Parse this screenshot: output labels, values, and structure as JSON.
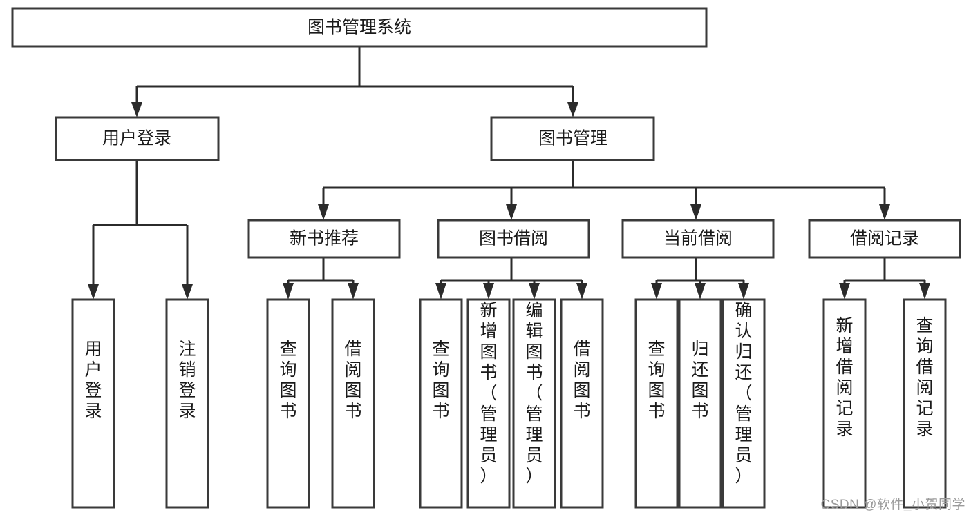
{
  "chart_data": {
    "type": "diagram",
    "diagram_kind": "tree-hierarchy",
    "title": "图书管理系统",
    "orientation": "top-down",
    "levels": 4,
    "nodes": [
      {
        "id": "root",
        "label": "图书管理系统",
        "level": 0,
        "parent": null,
        "text_orientation": "horizontal"
      },
      {
        "id": "login",
        "label": "用户登录",
        "level": 1,
        "parent": "root",
        "text_orientation": "horizontal"
      },
      {
        "id": "bookmgmt",
        "label": "图书管理",
        "level": 1,
        "parent": "root",
        "text_orientation": "horizontal"
      },
      {
        "id": "newbook",
        "label": "新书推荐",
        "level": 2,
        "parent": "bookmgmt",
        "text_orientation": "horizontal"
      },
      {
        "id": "borrow",
        "label": "图书借阅",
        "level": 2,
        "parent": "bookmgmt",
        "text_orientation": "horizontal"
      },
      {
        "id": "current",
        "label": "当前借阅",
        "level": 2,
        "parent": "bookmgmt",
        "text_orientation": "horizontal"
      },
      {
        "id": "records",
        "label": "借阅记录",
        "level": 2,
        "parent": "bookmgmt",
        "text_orientation": "horizontal"
      },
      {
        "id": "login-1",
        "label": "用户登录",
        "level": 2,
        "parent": "login",
        "text_orientation": "vertical"
      },
      {
        "id": "login-2",
        "label": "注销登录",
        "level": 2,
        "parent": "login",
        "text_orientation": "vertical"
      },
      {
        "id": "newbook-1",
        "label": "查询图书",
        "level": 3,
        "parent": "newbook",
        "text_orientation": "vertical"
      },
      {
        "id": "newbook-2",
        "label": "借阅图书",
        "level": 3,
        "parent": "newbook",
        "text_orientation": "vertical"
      },
      {
        "id": "borrow-1",
        "label": "查询图书",
        "level": 3,
        "parent": "borrow",
        "text_orientation": "vertical"
      },
      {
        "id": "borrow-2",
        "label": "新增图书（管理员）",
        "level": 3,
        "parent": "borrow",
        "text_orientation": "vertical"
      },
      {
        "id": "borrow-3",
        "label": "编辑图书（管理员）",
        "level": 3,
        "parent": "borrow",
        "text_orientation": "vertical"
      },
      {
        "id": "borrow-4",
        "label": "借阅图书",
        "level": 3,
        "parent": "borrow",
        "text_orientation": "vertical"
      },
      {
        "id": "current-1",
        "label": "查询图书",
        "level": 3,
        "parent": "current",
        "text_orientation": "vertical"
      },
      {
        "id": "current-2",
        "label": "归还图书",
        "level": 3,
        "parent": "current",
        "text_orientation": "vertical"
      },
      {
        "id": "current-3",
        "label": "确认归还（管理员）",
        "level": 3,
        "parent": "current",
        "text_orientation": "vertical"
      },
      {
        "id": "records-1",
        "label": "新增借阅记录",
        "level": 3,
        "parent": "records",
        "text_orientation": "vertical"
      },
      {
        "id": "records-2",
        "label": "查询借阅记录",
        "level": 3,
        "parent": "records",
        "text_orientation": "vertical"
      }
    ],
    "edges": [
      {
        "from": "root",
        "to": "login"
      },
      {
        "from": "root",
        "to": "bookmgmt"
      },
      {
        "from": "login",
        "to": "login-1"
      },
      {
        "from": "login",
        "to": "login-2"
      },
      {
        "from": "bookmgmt",
        "to": "newbook"
      },
      {
        "from": "bookmgmt",
        "to": "borrow"
      },
      {
        "from": "bookmgmt",
        "to": "current"
      },
      {
        "from": "bookmgmt",
        "to": "records"
      },
      {
        "from": "newbook",
        "to": "newbook-1"
      },
      {
        "from": "newbook",
        "to": "newbook-2"
      },
      {
        "from": "borrow",
        "to": "borrow-1"
      },
      {
        "from": "borrow",
        "to": "borrow-2"
      },
      {
        "from": "borrow",
        "to": "borrow-3"
      },
      {
        "from": "borrow",
        "to": "borrow-4"
      },
      {
        "from": "current",
        "to": "current-1"
      },
      {
        "from": "current",
        "to": "current-2"
      },
      {
        "from": "current",
        "to": "current-3"
      },
      {
        "from": "records",
        "to": "records-1"
      },
      {
        "from": "records",
        "to": "records-2"
      }
    ],
    "colors": {
      "background": "#ffffff",
      "box_fill": "#ffffff",
      "box_stroke": "#3a3a3a",
      "connector": "#2b2b2b",
      "text": "#1a1a1a",
      "watermark": "#9a9a9a"
    }
  },
  "labels": {
    "root": "图书管理系统",
    "login": "用户登录",
    "bookmgmt": "图书管理",
    "newbook": "新书推荐",
    "borrow": "图书借阅",
    "current": "当前借阅",
    "records": "借阅记录",
    "login_1": "用户登录",
    "login_2": "注销登录",
    "newbook_1": "查询图书",
    "newbook_2": "借阅图书",
    "borrow_1": "查询图书",
    "borrow_2": "新增图书（管理员）",
    "borrow_3": "编辑图书（管理员）",
    "borrow_4": "借阅图书",
    "current_1": "查询图书",
    "current_2": "归还图书",
    "current_3": "确认归还（管理员）",
    "records_1": "新增借阅记录",
    "records_2": "查询借阅记录"
  },
  "watermark": {
    "text": "CSDN @软件_小贺同学"
  }
}
